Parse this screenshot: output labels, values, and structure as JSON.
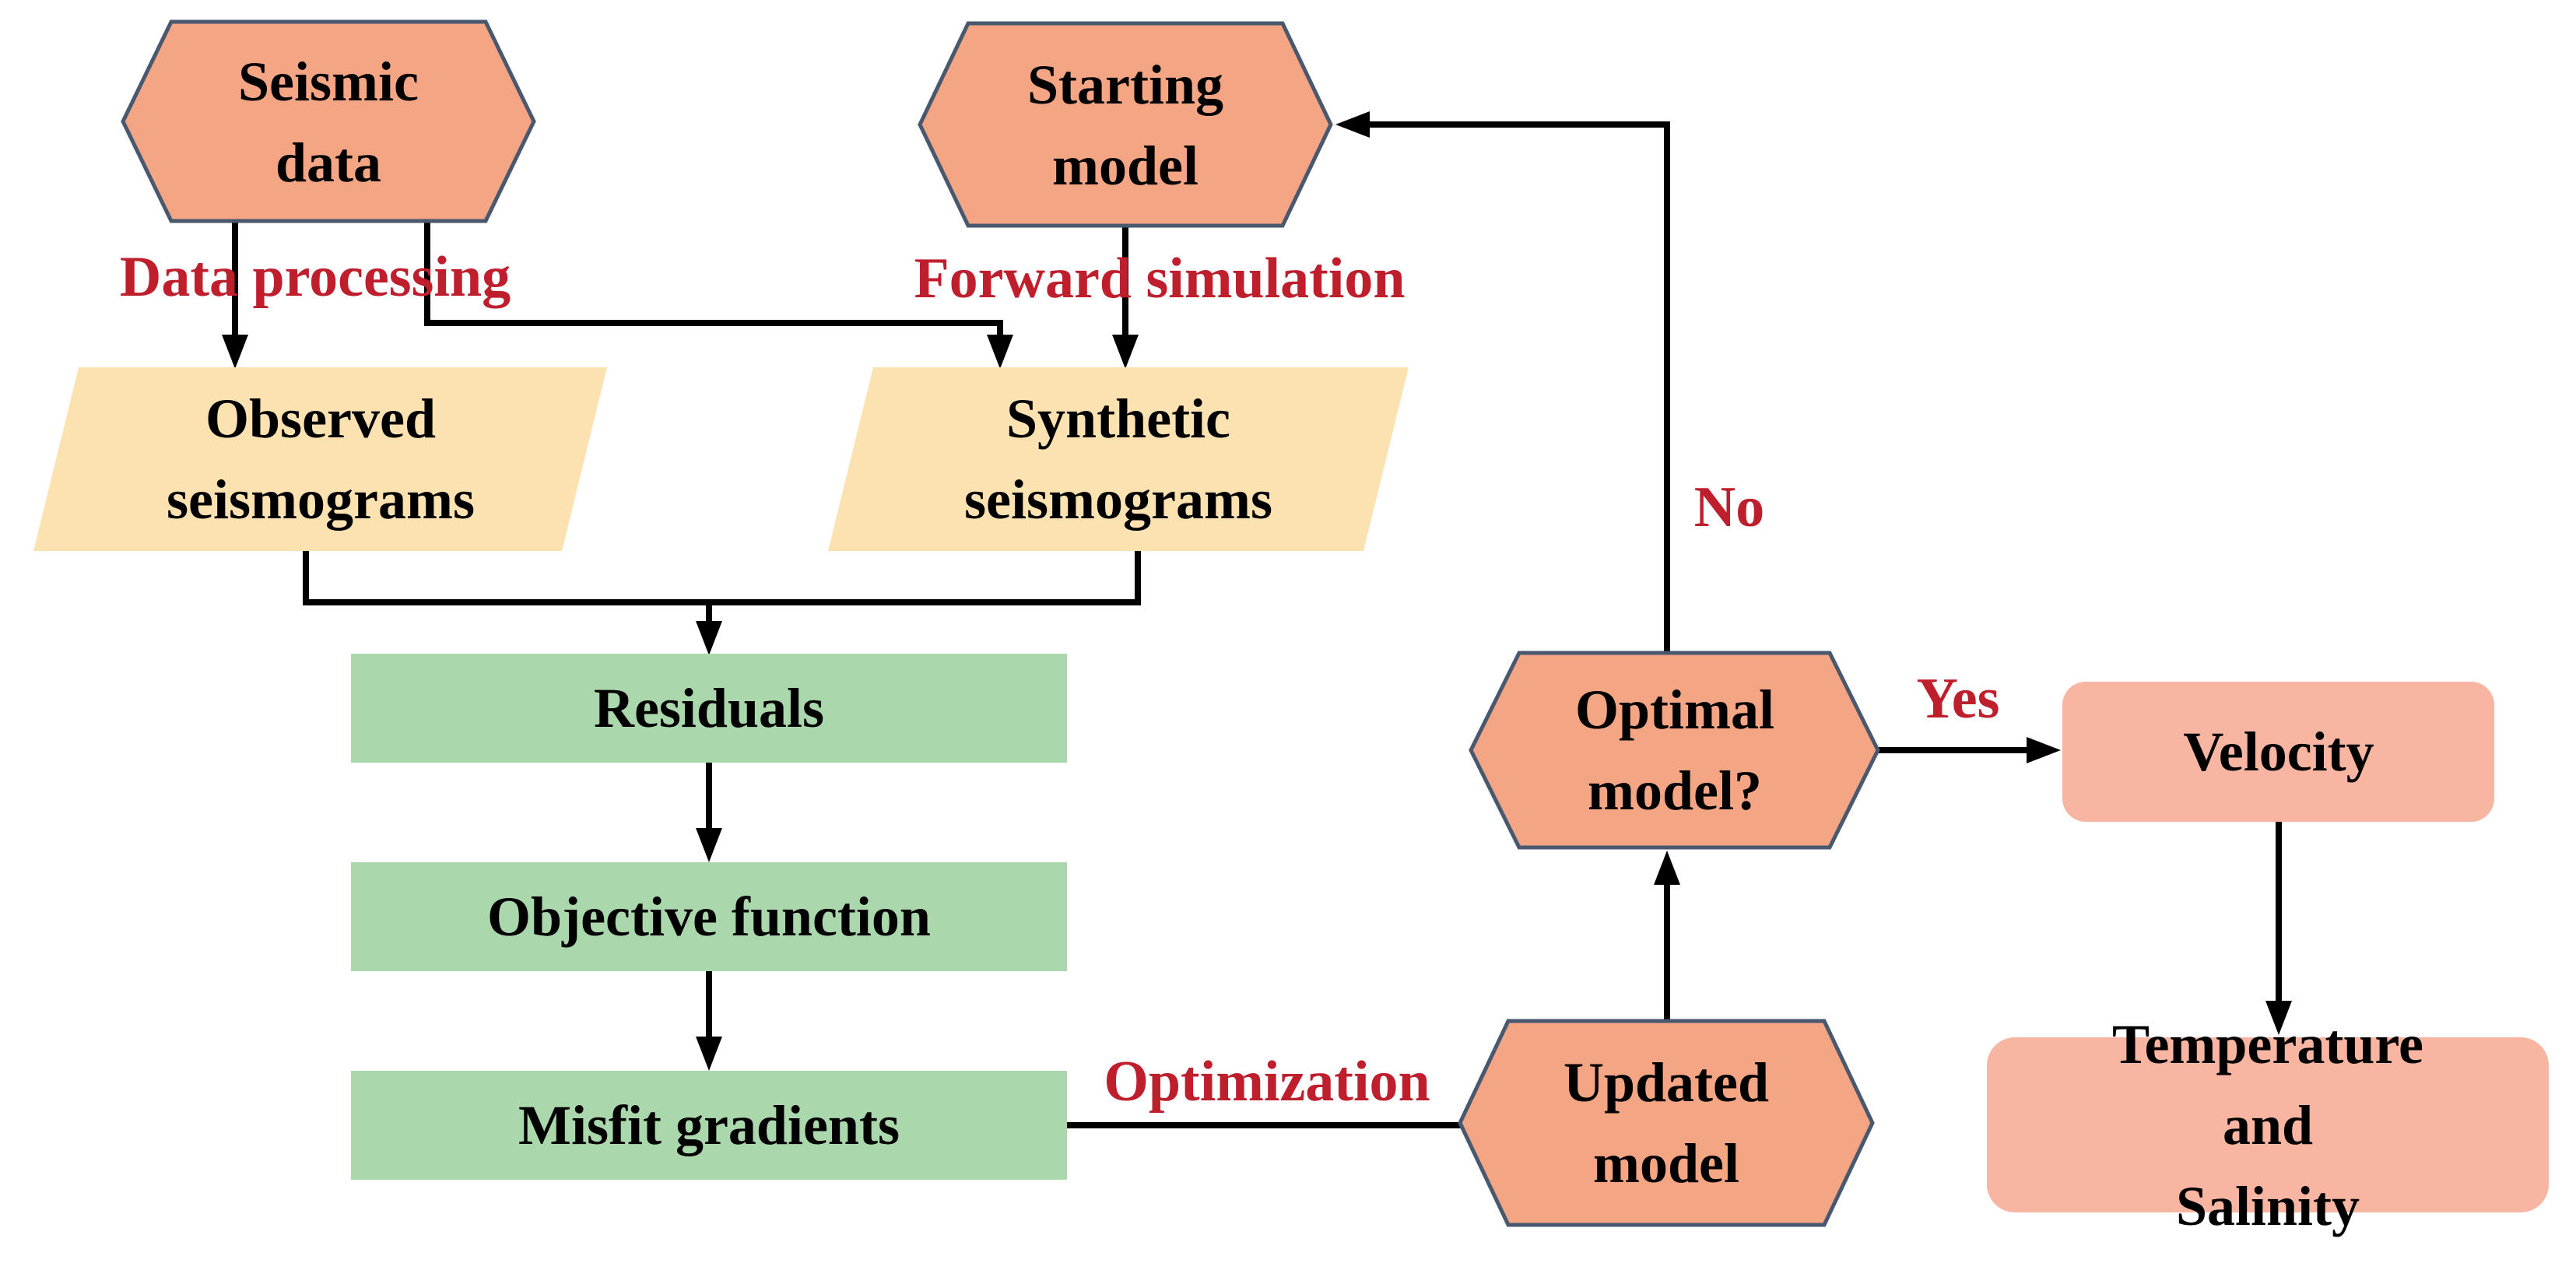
{
  "colors": {
    "hex-fill": "#F4A584",
    "hex-border": "#48586F",
    "par-fill": "#FDE2B1",
    "proc-fill": "#ABD7AD",
    "result-fill": "#F8B5A1",
    "label-red": "#BF1E2D",
    "arrow": "#000000",
    "background": "#FFFFFF"
  },
  "nodes": {
    "seismic_data": {
      "label": "Seismic\ndata",
      "shape": "hexagon"
    },
    "starting_model": {
      "label": "Starting\nmodel",
      "shape": "hexagon"
    },
    "observed_seismograms": {
      "label": "Observed\nseismograms",
      "shape": "parallelogram"
    },
    "synthetic_seismograms": {
      "label": "Synthetic\nseismograms",
      "shape": "parallelogram"
    },
    "residuals": {
      "label": "Residuals",
      "shape": "rectangle"
    },
    "objective_function": {
      "label": "Objective function",
      "shape": "rectangle"
    },
    "misfit_gradients": {
      "label": "Misfit gradients",
      "shape": "rectangle"
    },
    "updated_model": {
      "label": "Updated\nmodel",
      "shape": "hexagon"
    },
    "optimal_model": {
      "label": "Optimal\nmodel?",
      "shape": "hexagon"
    },
    "velocity": {
      "label": "Velocity",
      "shape": "rounded-rectangle"
    },
    "temperature_salinity": {
      "label": "Temperature and\nSalinity",
      "shape": "rounded-rectangle"
    }
  },
  "edge_labels": {
    "data_processing": "Data processing",
    "forward_simulation": "Forward simulation",
    "optimization": "Optimization",
    "no": "No",
    "yes": "Yes"
  }
}
